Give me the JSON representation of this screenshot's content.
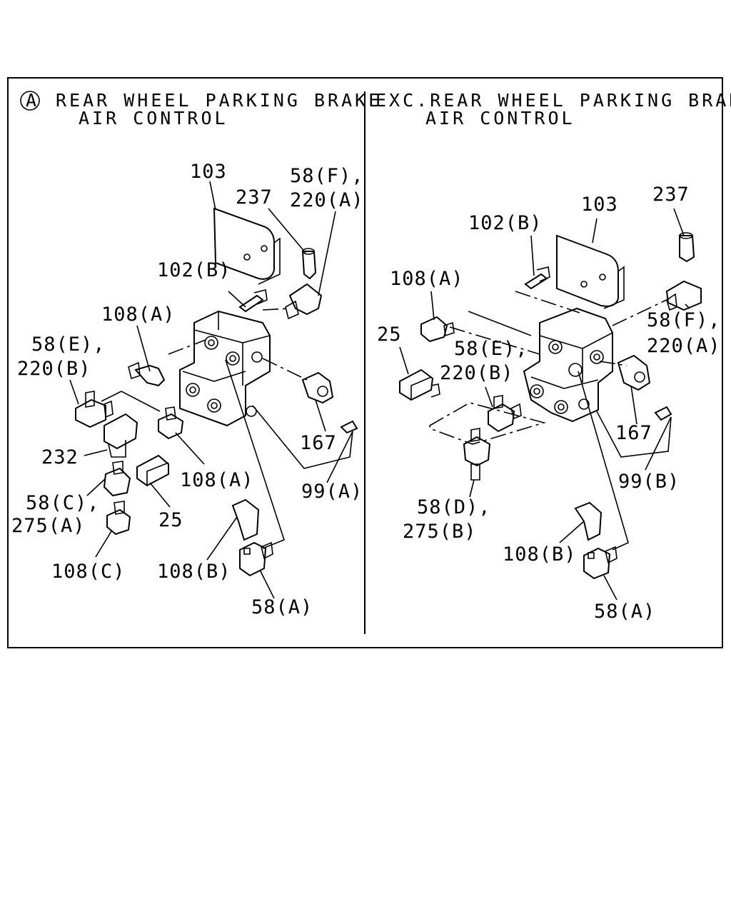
{
  "panel_left": {
    "circle_letter": "A",
    "title_line1": "REAR WHEEL PARKING BRAKE",
    "title_line2": "AIR CONTROL",
    "labels": {
      "p103": "103",
      "p237": "237",
      "p58f": "58(F),",
      "p220a": "220(A)",
      "p102b": "102(B)",
      "p108a_top": "108(A)",
      "p58e": "58(E),",
      "p220b": "220(B)",
      "p232": "232",
      "p58c": "58(C),",
      "p275a": "275(A)",
      "p108c": "108(C)",
      "p25": "25",
      "p108a_low": "108(A)",
      "p167": "167",
      "p99a": "99(A)",
      "p108b": "108(B)",
      "p58a": "58(A)"
    }
  },
  "panel_right": {
    "title_line1": "EXC.REAR WHEEL PARKING BRAKE",
    "title_line2": "AIR CONTROL",
    "labels": {
      "p237": "237",
      "p103": "103",
      "p102b": "102(B)",
      "p108a": "108(A)",
      "p25": "25",
      "p58e": "58(E),",
      "p220b": "220(B)",
      "p58f": "58(F),",
      "p220a": "220(A)",
      "p167": "167",
      "p99b": "99(B)",
      "p58d": "58(D),",
      "p275b": "275(B)",
      "p108b": "108(B)",
      "p58a": "58(A)"
    }
  }
}
